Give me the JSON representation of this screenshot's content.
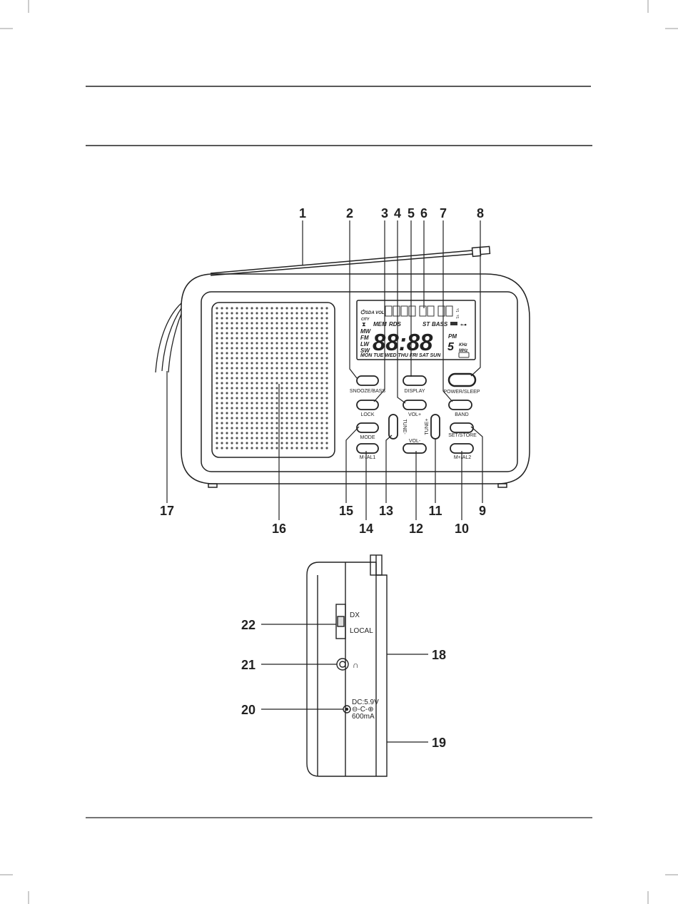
{
  "buttons": {
    "snooze_bass": "SNOOZE/BASS",
    "display": "DISPLAY",
    "power_sleep": "POWER/SLEEP",
    "lock": "LOCK",
    "vol_up": "VOL+",
    "band": "BAND",
    "mode": "MODE",
    "tune_down": "TUNE-",
    "tune_up": "TUNE+",
    "set_store": "SET/STORE",
    "m_al1": "M-/AL1",
    "vol_down": "VOL-",
    "m_al2": "M+/AL2"
  },
  "lcd": {
    "sda_vol": "SDA VOL",
    "city": "CITY",
    "mem": "MEM",
    "rds": "RDS",
    "st": "ST",
    "bass": "BASS",
    "bands": [
      "MW",
      "FM",
      "LW",
      "SW"
    ],
    "clock": "88:88",
    "pm": "PM",
    "digit_5": "5",
    "khz": "KHz",
    "mhz": "MHz",
    "days": "MON TUE WED THU FRI SAT SUN"
  },
  "callouts": {
    "n1": "1",
    "n2": "2",
    "n3": "3",
    "n4": "4",
    "n5": "5",
    "n6": "6",
    "n7": "7",
    "n8": "8",
    "n9": "9",
    "n10": "10",
    "n11": "11",
    "n12": "12",
    "n13": "13",
    "n14": "14",
    "n15": "15",
    "n16": "16",
    "n17": "17",
    "n18": "18",
    "n19": "19",
    "n20": "20",
    "n21": "21",
    "n22": "22"
  },
  "side_panel": {
    "dx": "DX",
    "local": "LOCAL",
    "dc_line1": "DC:5.9V",
    "dc_line2": "⊖-C-⊕",
    "dc_line3": "600mA"
  }
}
